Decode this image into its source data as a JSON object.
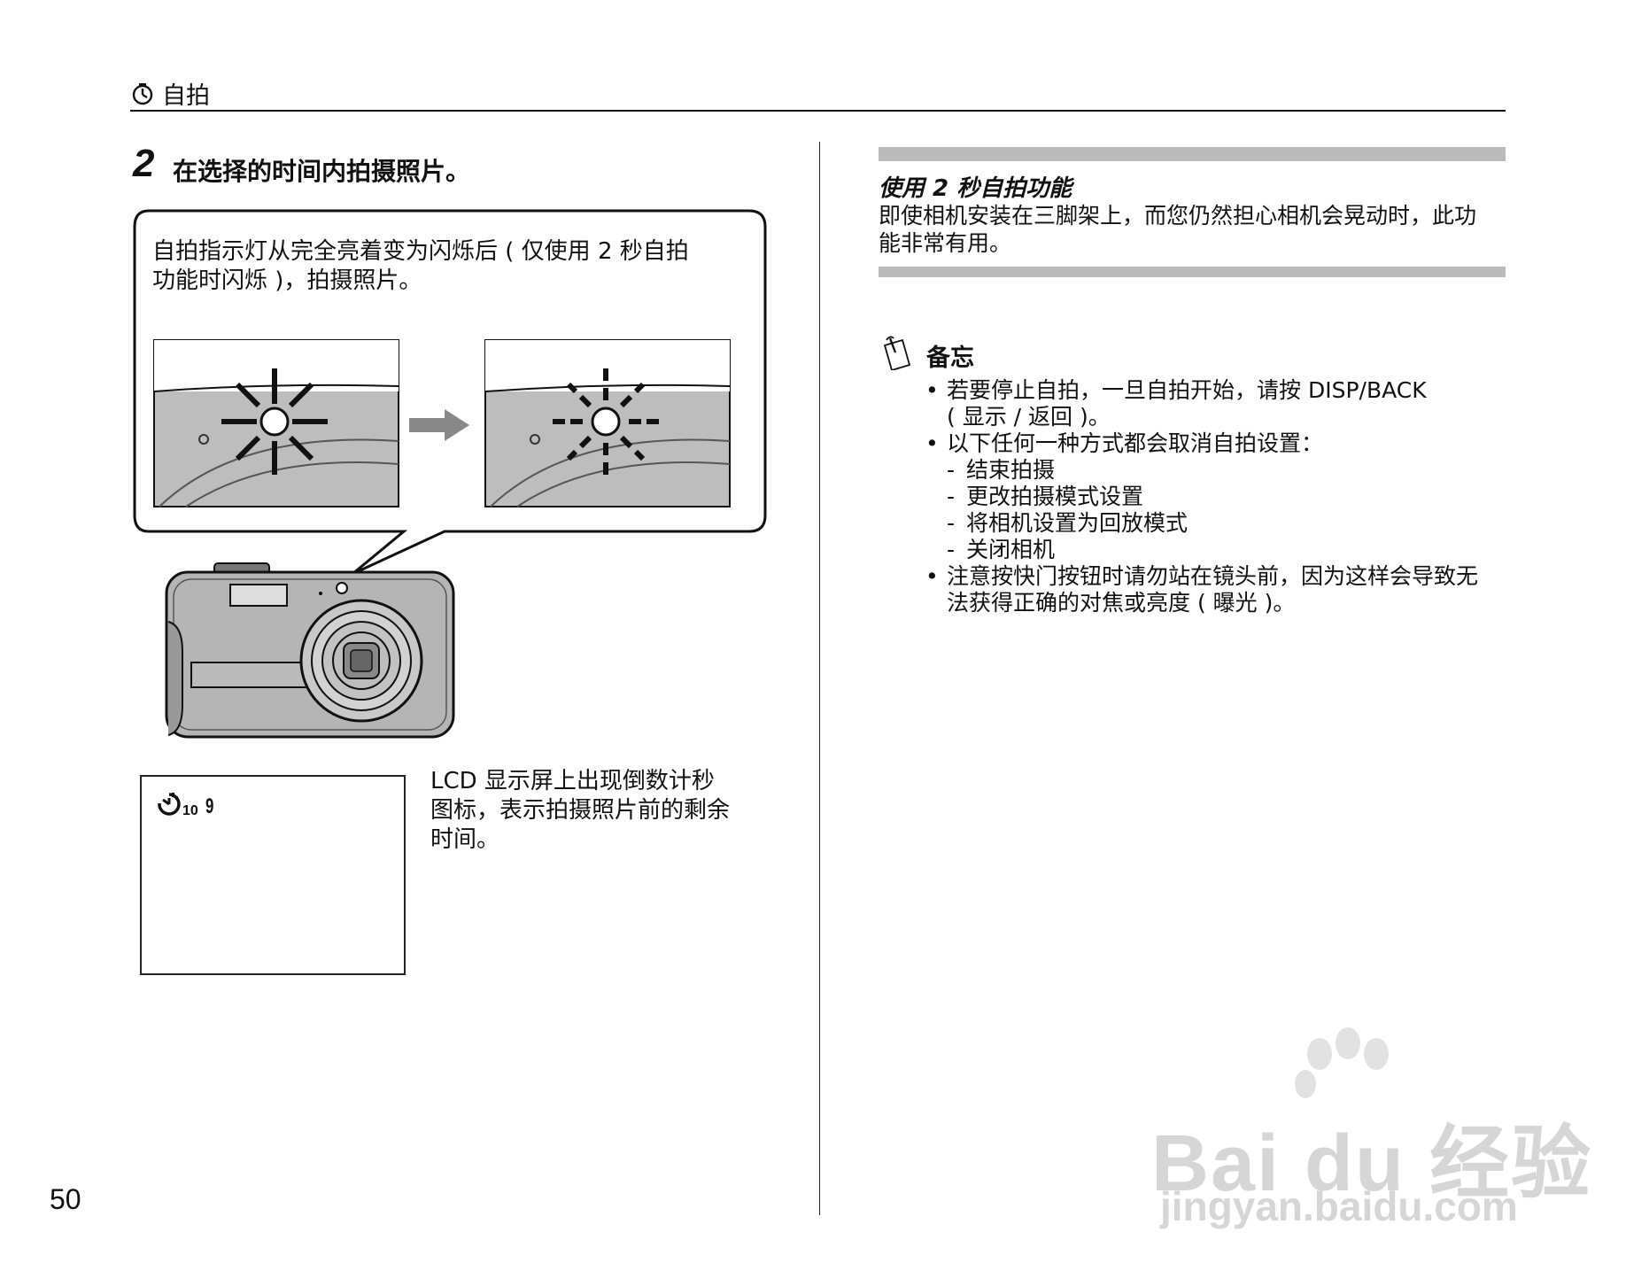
{
  "header": {
    "title": "自拍",
    "icon": "self-timer-icon"
  },
  "step": {
    "number": "2",
    "text": "在选择的时间内拍摄照片。"
  },
  "callout": {
    "text_line1": "自拍指示灯从完全亮着变为闪烁后 ( 仅使用 2 秒自拍",
    "text_line2": "功能时闪烁 )，拍摄照片。"
  },
  "lcd": {
    "indicator": "10",
    "indicator_trailing": "9",
    "caption_line1": "LCD 显示屏上出现倒数计秒",
    "caption_line2": "图标，表示拍摄照片前的剩余",
    "caption_line3": "时间。"
  },
  "tip": {
    "title": "使用 2 秒自拍功能",
    "body_line1": "即使相机安装在三脚架上，而您仍然担心相机会晃动时，此功",
    "body_line2": "能非常有用。"
  },
  "memo": {
    "title": "备忘",
    "items": [
      {
        "type": "bullet",
        "text": "若要停止自拍，一旦自拍开始，请按 DISP/BACK"
      },
      {
        "type": "cont",
        "text": "( 显示 / 返回 )。"
      },
      {
        "type": "bullet",
        "text": "以下任何一种方式都会取消自拍设置："
      },
      {
        "type": "sub",
        "text": "结束拍摄"
      },
      {
        "type": "sub",
        "text": "更改拍摄模式设置"
      },
      {
        "type": "sub",
        "text": "将相机设置为回放模式"
      },
      {
        "type": "sub",
        "text": "关闭相机"
      },
      {
        "type": "bullet",
        "text": "注意按快门按钮时请勿站在镜头前，因为这样会导致无"
      },
      {
        "type": "cont",
        "text": "法获得正确的对焦或亮度 ( 曝光 )。"
      }
    ]
  },
  "page_number": "50",
  "watermark": {
    "main": "Bai du 经验",
    "sub": "jingyan.baidu.com"
  }
}
